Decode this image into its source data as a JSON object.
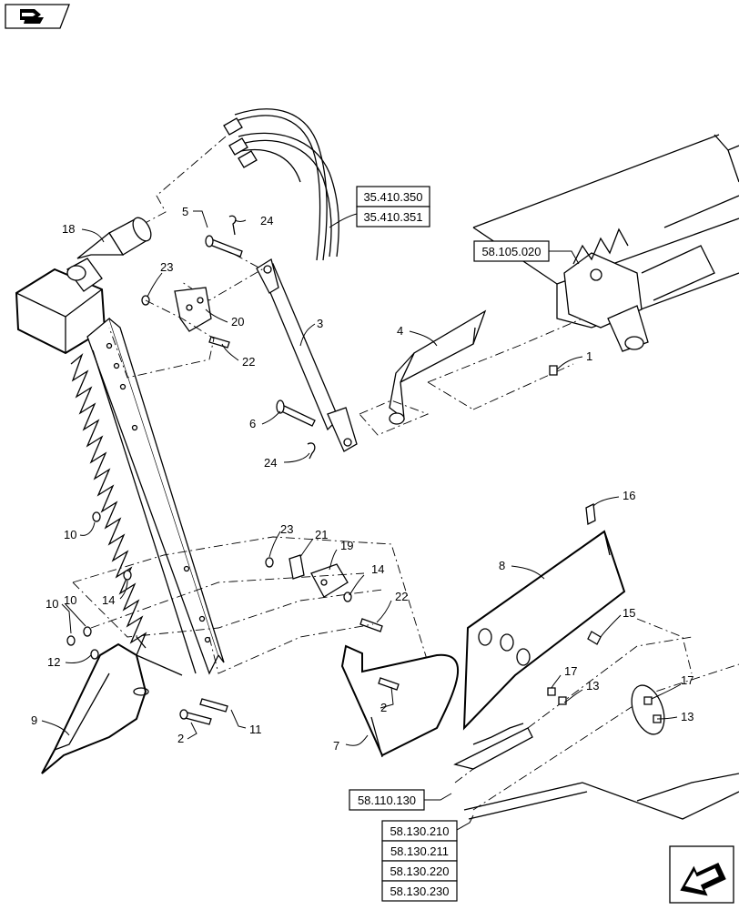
{
  "header": {
    "nav_icon": "book-arrow-icon"
  },
  "footer": {
    "nav_icon": "next-arrow-icon"
  },
  "references": [
    "35.410.350",
    "35.410.351",
    "58.105.020",
    "58.110.130",
    "58.130.210",
    "58.130.211",
    "58.130.220",
    "58.130.230"
  ],
  "callouts": [
    "1",
    "2",
    "2",
    "3",
    "4",
    "5",
    "6",
    "7",
    "8",
    "9",
    "10",
    "10",
    "10",
    "11",
    "12",
    "13",
    "13",
    "14",
    "14",
    "15",
    "16",
    "17",
    "17",
    "18",
    "19",
    "20",
    "21",
    "22",
    "22",
    "23",
    "23",
    "24",
    "24"
  ]
}
